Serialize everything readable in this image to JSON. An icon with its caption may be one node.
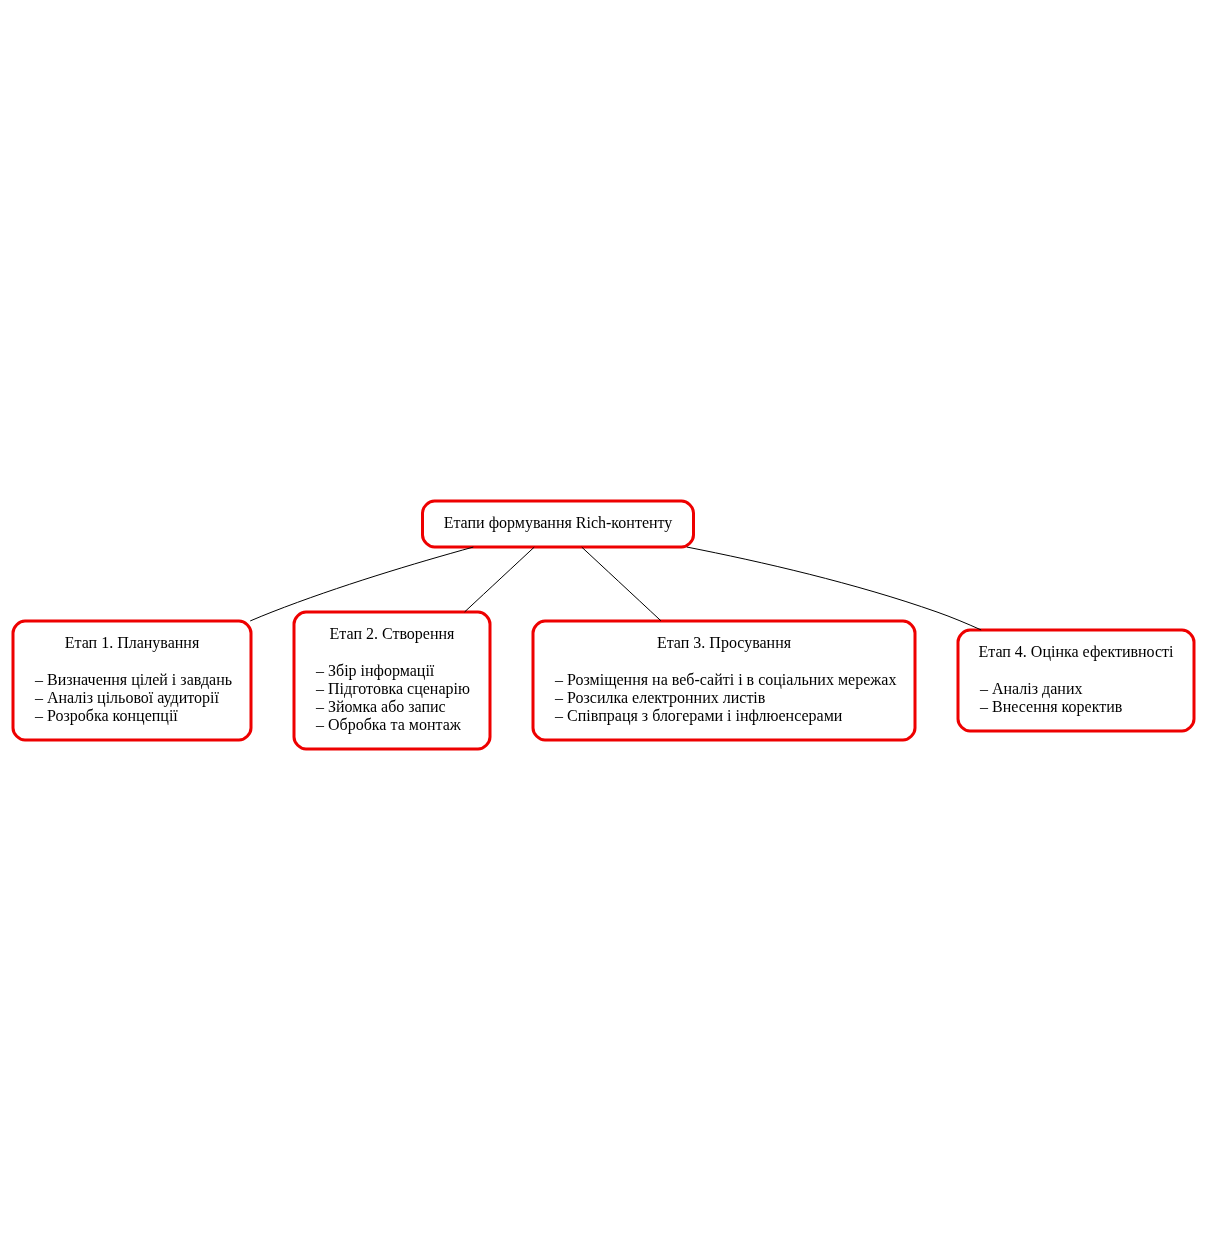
{
  "diagram": {
    "nodes": [
      {
        "text": [
          "Етапи формування Rich-контенту"
        ]
      },
      {
        "text": [
          "Етап 1. Планування",
          "– Визначення цілей і завдань",
          "– Аналіз цільової аудиторії",
          "– Розробка концепції"
        ]
      },
      {
        "text": [
          "Етап 2. Створення",
          "– Збір інформації",
          "– Підготовка сценарію",
          "– Зйомка або запис",
          "– Обробка та монтаж"
        ]
      },
      {
        "text": [
          "Етап 3. Просування",
          "– Розміщення на веб-сайті і в соціальних мережах",
          "– Розсилка електронних листів",
          "– Співпраця з блогерами і інфлюенсерами"
        ]
      },
      {
        "text": [
          "Етап 4. Оцінка ефективності",
          "– Аналіз даних",
          "– Внесення коректив"
        ]
      }
    ],
    "edges": [
      {
        "from": 0,
        "to": 1,
        "arrow": "none"
      },
      {
        "from": 0,
        "to": 2,
        "arrow": "none"
      },
      {
        "from": 0,
        "to": 3,
        "arrow": "none"
      },
      {
        "from": 0,
        "to": 4,
        "arrow": "none"
      }
    ]
  }
}
